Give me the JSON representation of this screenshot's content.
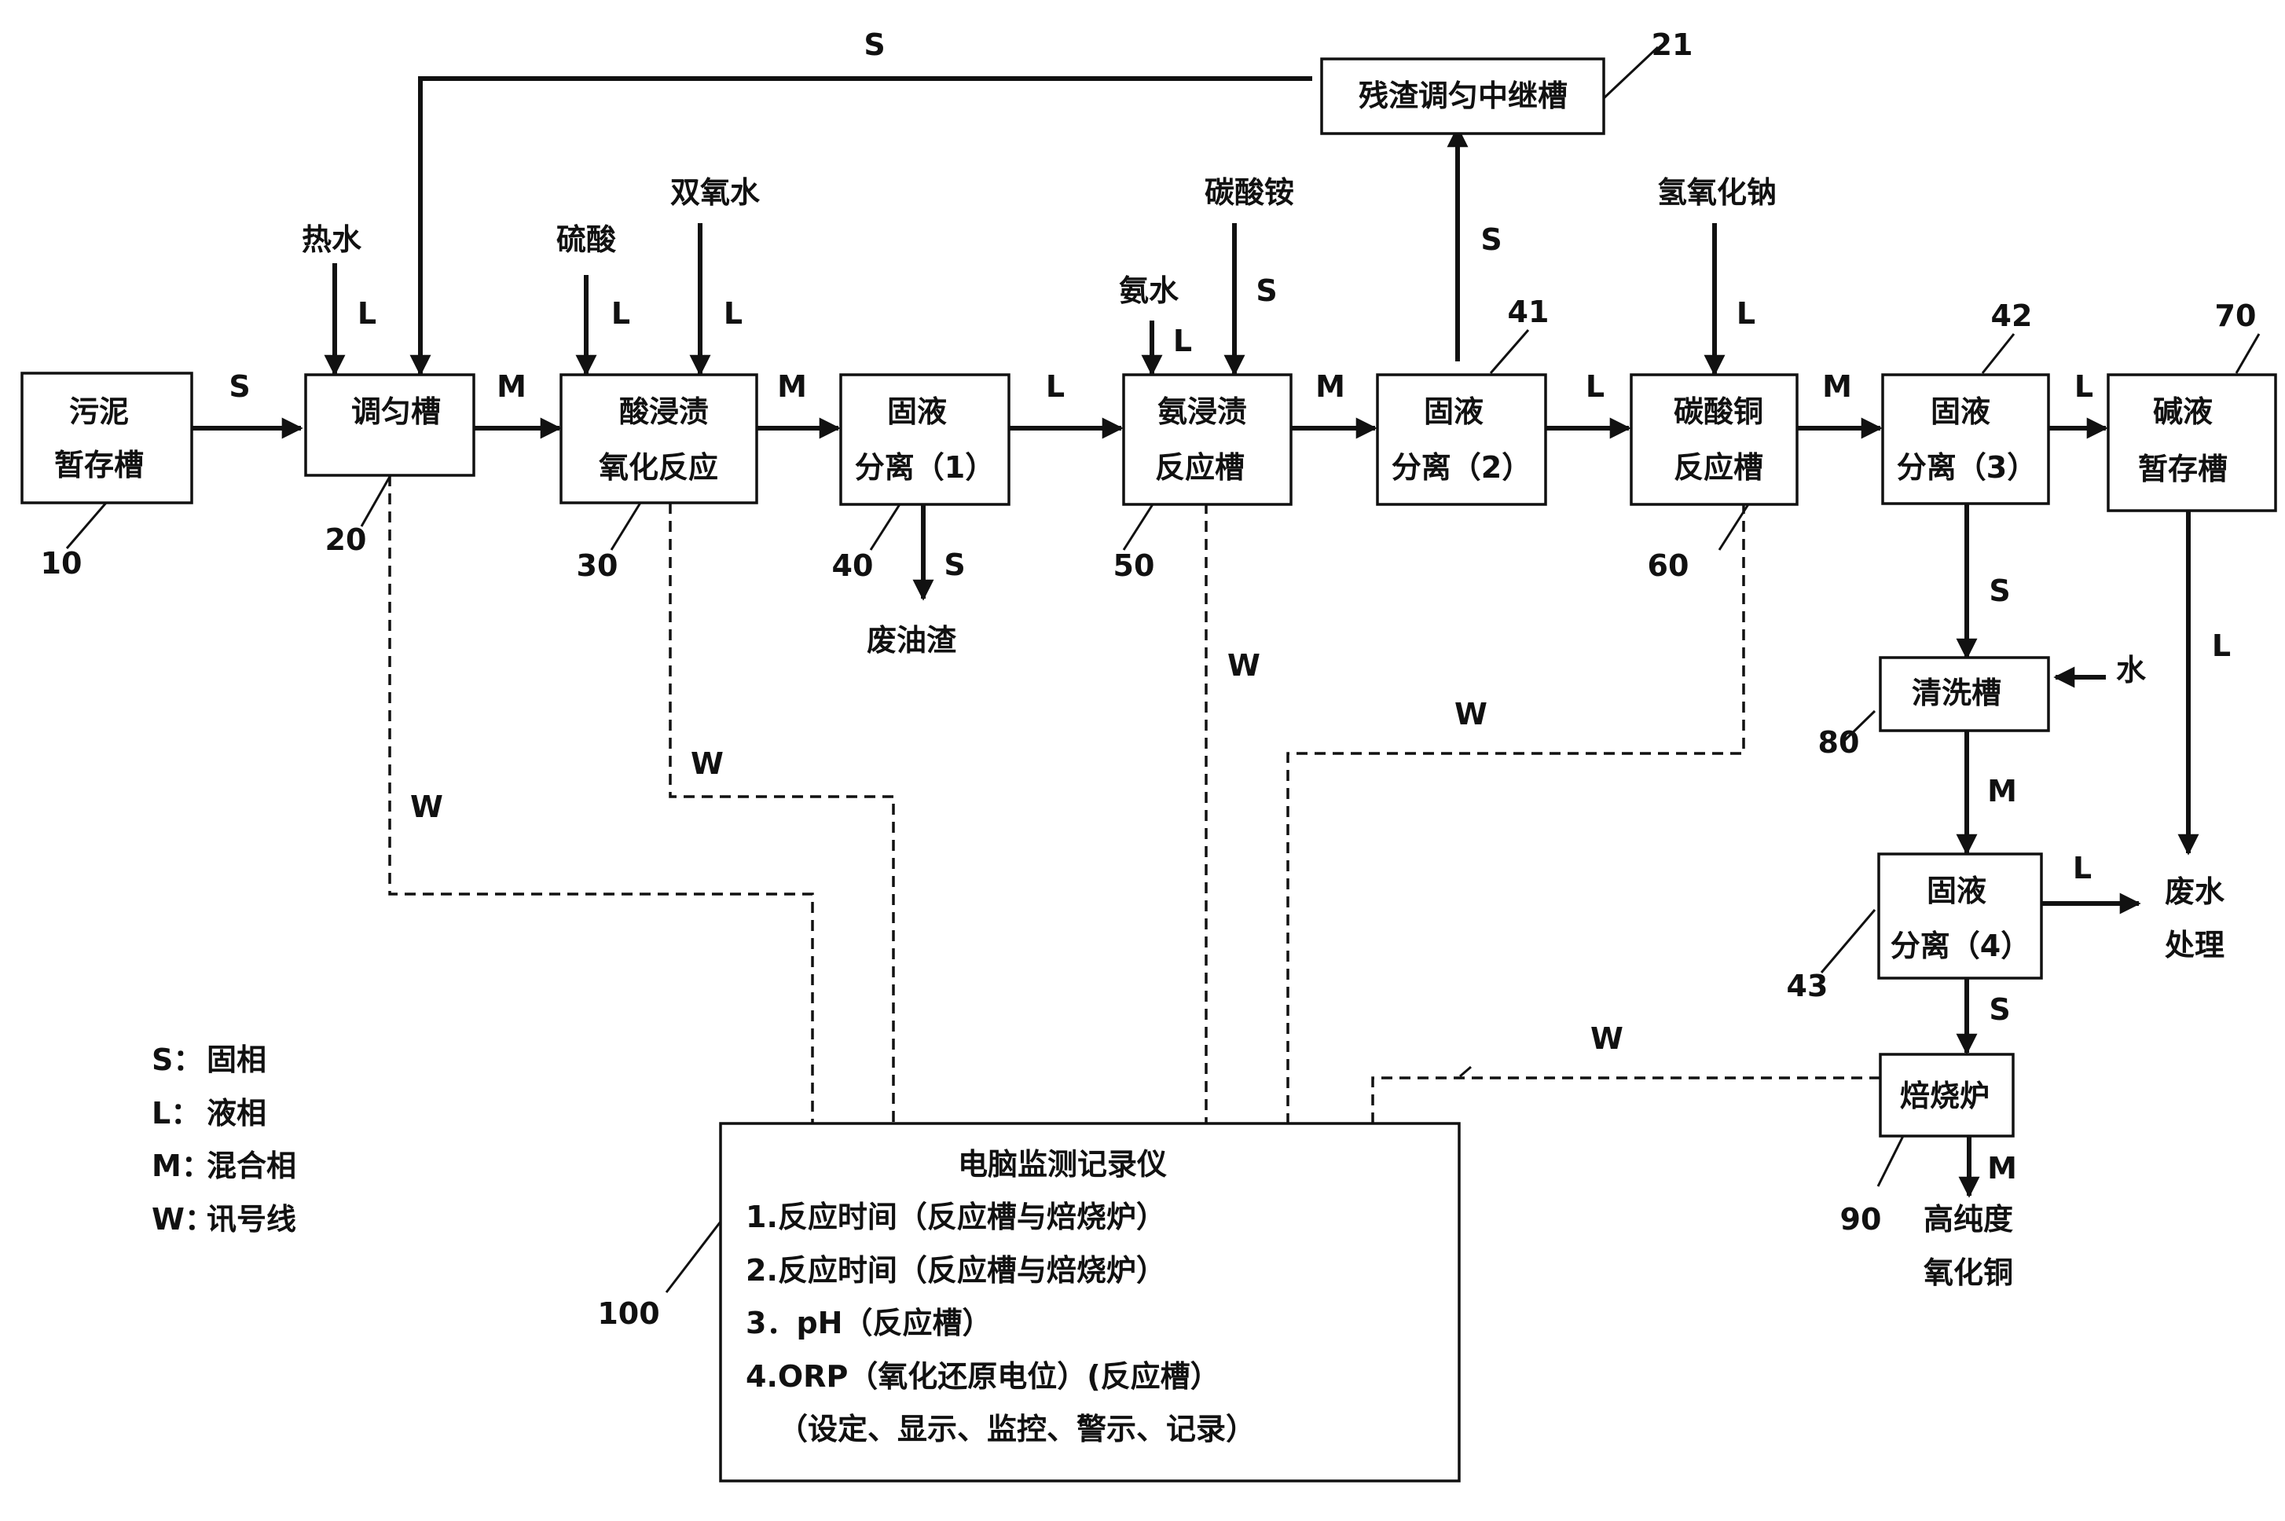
{
  "colors": {
    "ink": "#111111",
    "background": "#ffffff"
  },
  "boxes": {
    "b10": {
      "line1": "污泥",
      "line2": "暂存槽",
      "ref": "10"
    },
    "b20": {
      "line1": "调匀槽",
      "ref": "20"
    },
    "b30": {
      "line1": "酸浸渍",
      "line2": "氧化反应",
      "ref": "30"
    },
    "b40": {
      "line1": "固液",
      "line2": "分离（1）",
      "ref": "40"
    },
    "b50": {
      "line1": "氨浸渍",
      "line2": "反应槽",
      "ref": "50"
    },
    "b41": {
      "line1": "固液",
      "line2": "分离（2）",
      "ref": "41"
    },
    "b60": {
      "line1": "碳酸铜",
      "line2": "反应槽",
      "ref": "60"
    },
    "b42": {
      "line1": "固液",
      "line2": "分离（3）",
      "ref": "42"
    },
    "b70": {
      "line1": "碱液",
      "line2": "暂存槽",
      "ref": "70"
    },
    "b21": {
      "line1": "残渣调匀中继槽",
      "ref": "21"
    },
    "b80": {
      "line1": "清洗槽",
      "ref": "80"
    },
    "b43": {
      "line1": "固液",
      "line2": "分离（4）",
      "ref": "43"
    },
    "b90": {
      "line1": "焙烧炉",
      "ref": "90"
    }
  },
  "inputs": {
    "hot_water": "热水",
    "sulfuric_acid": "硫酸",
    "hydrogen_peroxide": "双氧水",
    "ammonia_water": "氨水",
    "ammonium_carbonate": "碳酸铵",
    "sodium_hydroxide": "氢氧化钠",
    "water": "水"
  },
  "outputs": {
    "waste_oil_residue": "废油渣",
    "wastewater_line1": "废水",
    "wastewater_line2": "处理",
    "product_line1": "高纯度",
    "product_line2": "氧化铜"
  },
  "flow_labels": {
    "s": "S",
    "l": "L",
    "m": "M",
    "w": "W"
  },
  "monitor": {
    "ref": "100",
    "title": "电脑监测记录仪",
    "items": [
      "1.反应时间（反应槽与焙烧炉）",
      "2.反应时间（反应槽与焙烧炉）",
      "3．pH（反应槽）",
      "4.ORP（氧化还原电位）(反应槽）",
      "（设定、显示、监控、警示、记录）"
    ]
  },
  "legend": [
    {
      "key": "S：",
      "desc": "固相"
    },
    {
      "key": "L：",
      "desc": "液相"
    },
    {
      "key": "M：",
      "desc": "混合相"
    },
    {
      "key": "W：",
      "desc": "讯号线"
    }
  ]
}
